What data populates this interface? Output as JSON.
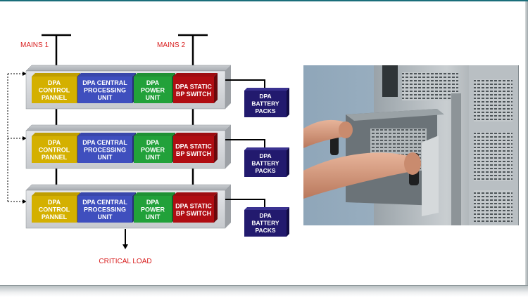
{
  "labels": {
    "mains_1": "MAINS 1",
    "mains_2": "MAINS 2",
    "critical_load": "CRITICAL LOAD"
  },
  "modules": [
    {
      "control": [
        "DPA",
        "CONTROL",
        "PANNEL"
      ],
      "cpu": [
        "DPA CENTRAL",
        "PROCESSING",
        "UNIT"
      ],
      "power": [
        "DPA",
        "POWER",
        "UNIT"
      ],
      "static": [
        "DPA STATIC",
        "BP SWITCH"
      ],
      "battery": [
        "DPA",
        "BATTERY",
        "PACKS"
      ]
    },
    {
      "control": [
        "DPA",
        "CONTROL",
        "PANNEL"
      ],
      "cpu": [
        "DPA CENTRAL",
        "PROCESSING",
        "UNIT"
      ],
      "power": [
        "DPA",
        "POWER",
        "UNIT"
      ],
      "static": [
        "DPA STATIC",
        "BP SWITCH"
      ],
      "battery": [
        "DPA",
        "BATTERY",
        "PACKS"
      ]
    },
    {
      "control": [
        "DPA",
        "CONTROL",
        "PANNEL"
      ],
      "cpu": [
        "DPA CENTRAL",
        "PROCESSING",
        "UNIT"
      ],
      "power": [
        "DPA",
        "POWER",
        "UNIT"
      ],
      "static": [
        "DPA STATIC",
        "BP SWITCH"
      ],
      "battery": [
        "DPA",
        "BATTERY",
        "PACKS"
      ]
    }
  ],
  "colors": {
    "control": "#d4b000",
    "cpu": "#3f4fbe",
    "power": "#22a13a",
    "static": "#b00d12",
    "battery": "#221a6e",
    "label_red": "#d81e1e",
    "frame": "#1a6e7a"
  }
}
